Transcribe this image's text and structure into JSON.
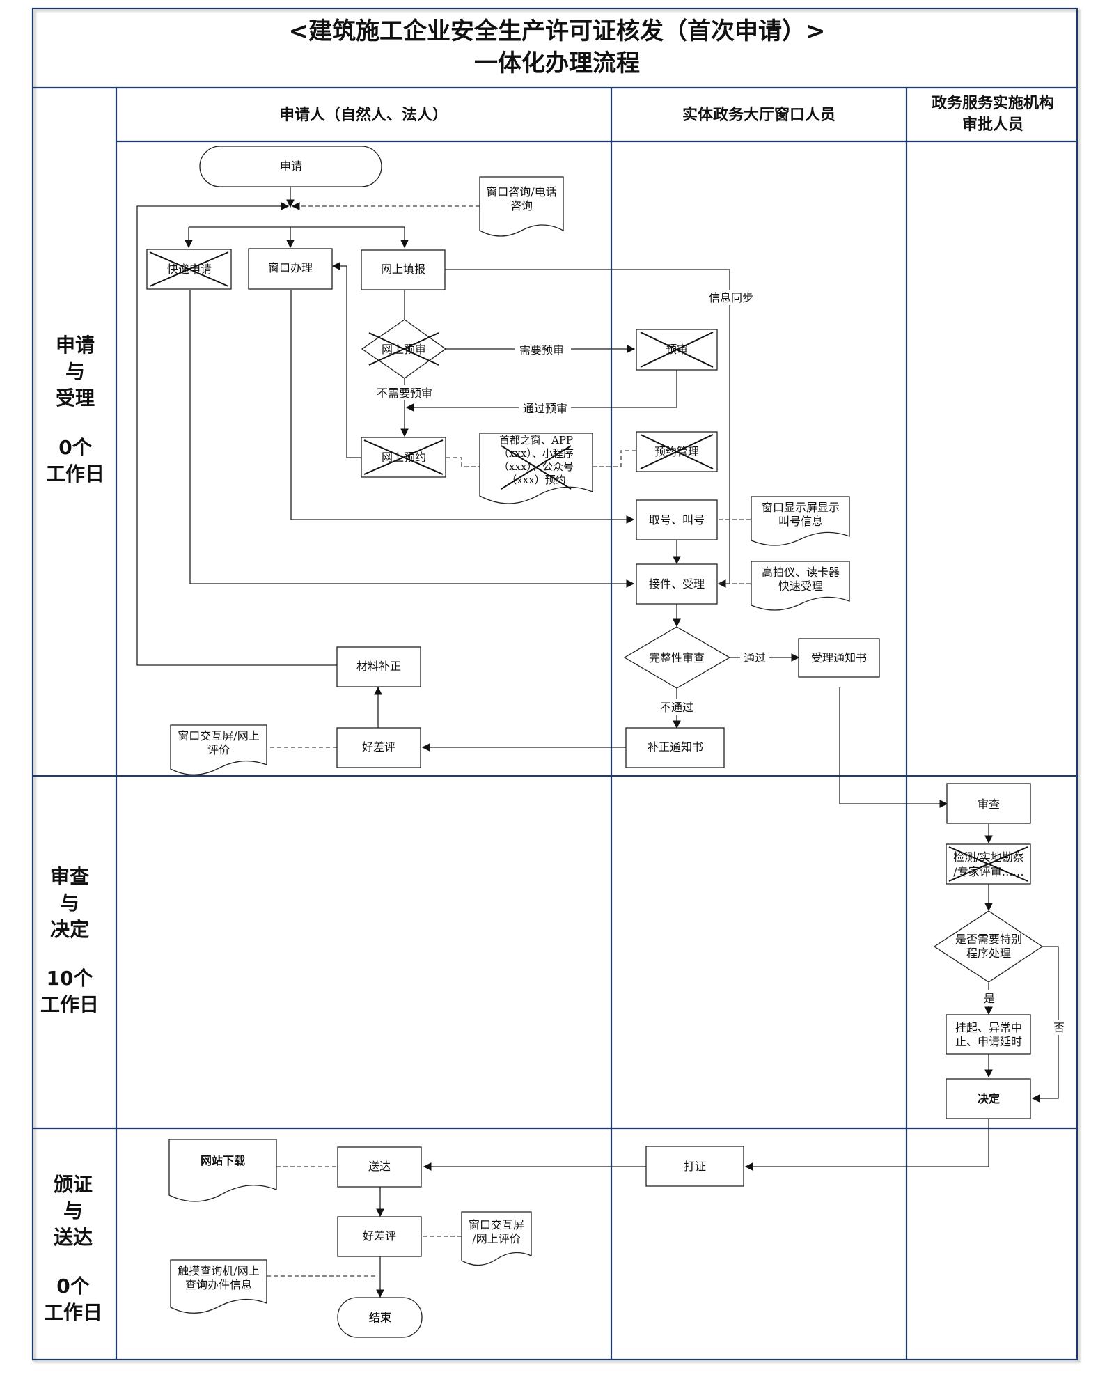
{
  "title": {
    "line1": "<建筑施工企业安全生产许可证核发（首次申请）>",
    "line2": "一体化办理流程"
  },
  "lanes": {
    "applicant": "申请人（自然人、法人）",
    "window_staff": "实体政务大厅窗口人员",
    "approver_line1": "政务服务实施机构",
    "approver_line2": "审批人员"
  },
  "phases": [
    {
      "lines": [
        "申请",
        "与",
        "受理"
      ],
      "days": [
        "0个",
        "工作日"
      ]
    },
    {
      "lines": [
        "审查",
        "与",
        "决定"
      ],
      "days": [
        "10个",
        "工作日"
      ]
    },
    {
      "lines": [
        "颁证",
        "与",
        "送达"
      ],
      "days": [
        "0个",
        "工作日"
      ]
    }
  ],
  "nodes": {
    "apply": "申请",
    "consult": [
      "窗口咨询/电话",
      "咨询"
    ],
    "express_apply": "快递申请",
    "window_handle": "窗口办理",
    "online_fill": "网上填报",
    "online_precheck": "网上预审",
    "precheck": "预审",
    "online_booking": "网上预约",
    "booking_channels": [
      "首都之窗、APP",
      "（xxx）、小程序",
      "（xxx）、公众号",
      "（xxx）预约"
    ],
    "booking_manage": "预约管理",
    "take_number": "取号、叫号",
    "screen_display": [
      "窗口显示屏显示",
      "叫号信息"
    ],
    "receive": "接件、受理",
    "scanner": [
      "高拍仪、读卡器",
      "快速受理"
    ],
    "completeness": "完整性审查",
    "acceptance_notice": "受理通知书",
    "supplement": "材料补正",
    "rating": "好差评",
    "rating_channel": [
      "窗口交互屏/网上",
      "评价"
    ],
    "correction_notice": "补正通知书",
    "review": "审查",
    "inspection": [
      "检测/实地勘察",
      "/专家评审……"
    ],
    "special_proc": [
      "是否需要特别",
      "程序处理"
    ],
    "suspend": [
      "挂起、异常中",
      "止、申请延时"
    ],
    "decision": "决定",
    "website_download": "网站下载",
    "deliver": "送达",
    "print_cert": "打证",
    "rating2": "好差评",
    "rating_channel2": [
      "窗口交互屏",
      "/网上评价"
    ],
    "touch_query": [
      "触摸查询机/网上",
      "查询办件信息"
    ],
    "end": "结束"
  },
  "edges": {
    "info_sync": "信息同步",
    "need_precheck": "需要预审",
    "no_precheck": "不需要预审",
    "pass_precheck": "通过预审",
    "pass": "通过",
    "fail": "不通过",
    "yes": "是",
    "no": "否"
  }
}
